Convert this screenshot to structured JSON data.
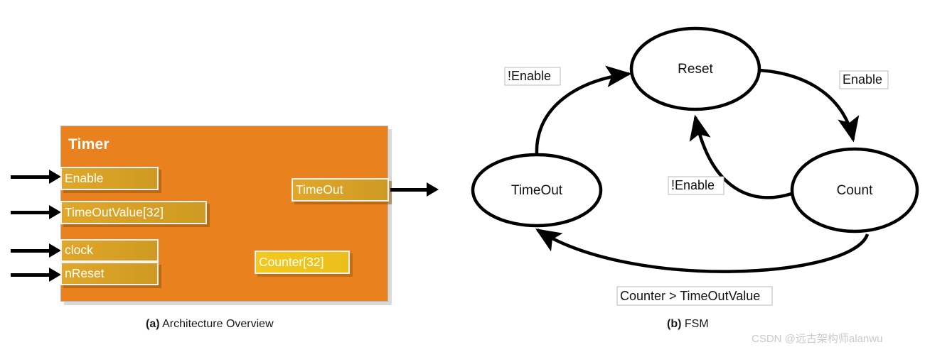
{
  "figure": {
    "panels": [
      {
        "id": "a",
        "tag": "(a)",
        "caption": "Architecture Overview"
      },
      {
        "id": "b",
        "tag": "(b)",
        "caption": "FSM"
      }
    ]
  },
  "architecture": {
    "block_title": "Timer",
    "block_color": "#e8811e",
    "port_color": "#d9a427",
    "internal_signal_color": "#f0c41b",
    "inputs": [
      {
        "label": "Enable"
      },
      {
        "label": "TimeOutValue[32]"
      },
      {
        "label": "clock"
      },
      {
        "label": "nReset"
      }
    ],
    "outputs": [
      {
        "label": "TimeOut"
      }
    ],
    "internals": [
      {
        "label": "Counter[32]"
      }
    ]
  },
  "fsm": {
    "states": [
      {
        "id": "reset",
        "label": "Reset"
      },
      {
        "id": "count",
        "label": "Count"
      },
      {
        "id": "timeout",
        "label": "TimeOut"
      }
    ],
    "transitions": [
      {
        "from": "timeout",
        "to": "reset",
        "label": "!Enable"
      },
      {
        "from": "reset",
        "to": "count",
        "label": "Enable"
      },
      {
        "from": "count",
        "to": "reset",
        "label": "!Enable"
      },
      {
        "from": "count",
        "to": "timeout",
        "label": "Counter > TimeOutValue"
      }
    ]
  },
  "watermark": {
    "text": "CSDN @远古架构师alanwu",
    "color": "#c9c9c9"
  }
}
